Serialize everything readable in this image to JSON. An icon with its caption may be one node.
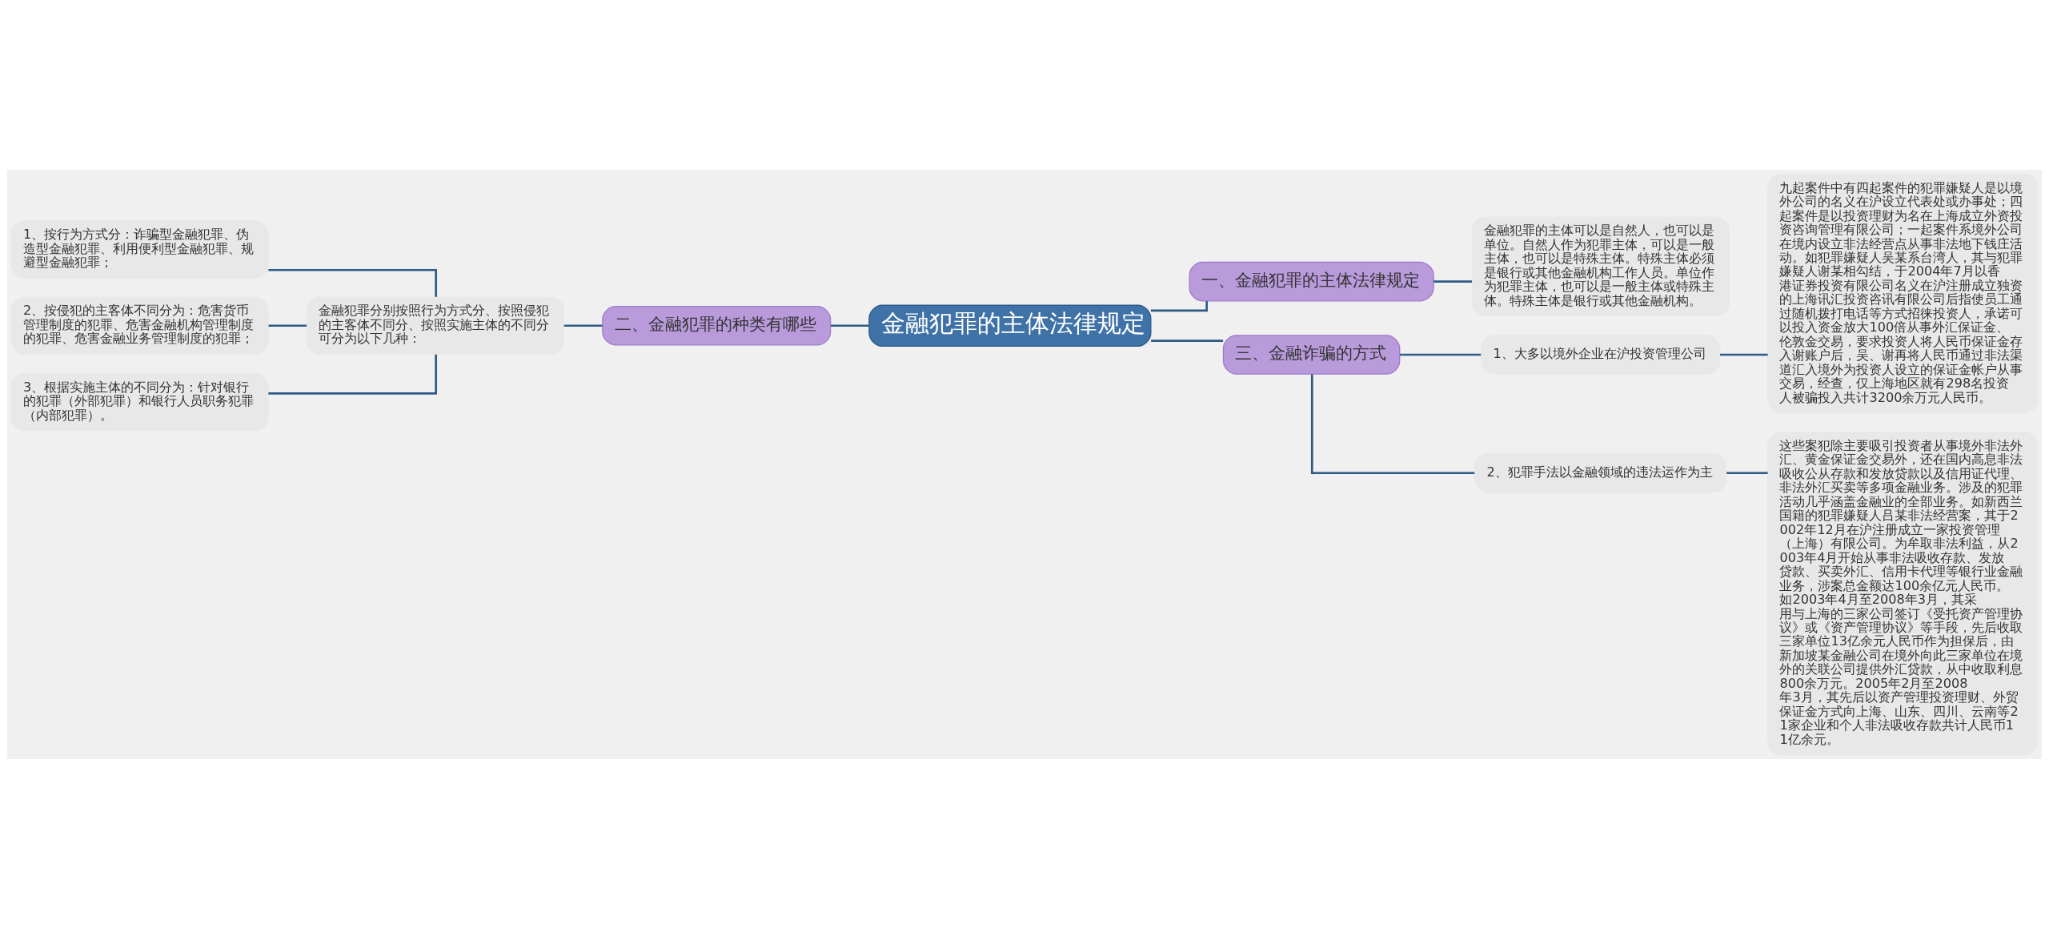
{
  "diagram": {
    "nodes": [
      {
        "text": [
          "金融犯罪的主体法律规定"
        ]
      },
      {
        "text": [
          "一、金融犯罪的主体法律规定"
        ]
      },
      {
        "text": [
          "金融犯罪的主体可以是自然人，也可以是单位。自然人作为犯罪主体，可以是一般主体，也可以是特殊主体。特殊主体必须是银行或其他金融机构工作人员。单位作为犯罪主体，也可以是一般主体或特殊主体。特殊主体是银行或其他金融机构。"
        ]
      },
      {
        "text": [
          "二、金融犯罪的种类有哪些"
        ]
      },
      {
        "text": [
          "金融犯罪分别按照行为方式分、按照侵犯的主客体不同分、按照实施主体的不同分可分为以下几种："
        ]
      },
      {
        "text": [
          "1、按行为方式分：诈骗型金融犯罪、伪造型金融犯罪、利用便利型金融犯罪、规避型金融犯罪；"
        ]
      },
      {
        "text": [
          "2、按侵犯的主客体不同分为：危害货币管理制度的犯罪、危害金融机构管理制度的犯罪、危害金融业务管理制度的犯罪；"
        ]
      },
      {
        "text": [
          "3、根据实施主体的不同分为：针对银行的犯罪（外部犯罪）和银行人员职务犯罪（内部犯罪）。"
        ]
      },
      {
        "text": [
          "三、金融诈骗的方式"
        ]
      },
      {
        "text": [
          "1、大多以境外企业在沪投资管理公司"
        ]
      },
      {
        "text": [
          "九起案件中有四起案件的犯罪嫌疑人是以境外公司的名义在沪设立代表处或办事处；四起案件是以投资理财为名在上海成立外资投资咨询管理有限公司；一起案件系境外公司在境内设立非法经营点从事非法地下钱庄活动。如犯罪嫌疑人吴某系台湾人，其与犯罪嫌疑人谢某相勾结，于2004年7月以香港证券投资有限公司名义在沪注册成立独资的上海讯汇投资咨讯有限公司后指使员工通过随机拨打电话等方式招徕投资人，承诺可以投入资金放大100倍从事外汇保证金、伦敦金交易，要求投资人将人民币保证金存入谢账户后，吴、谢再将人民币通过非法渠道汇入境外为投资人设立的保证金帐户从事交易，经查，仅上海地区就有298名投资人被骗投入共计3200余万元人民币。"
        ]
      },
      {
        "text": [
          "2、犯罪手法以金融领域的违法运作为主"
        ]
      },
      {
        "text": [
          "这些案犯除主要吸引投资者从事境外非法外汇、黄金保证金交易外，还在国内高息非法吸收公从存款和发放贷款以及信用证代理、非法外汇买卖等多项金融业务。涉及的犯罪活动几乎涵盖金融业的全部业务。如新西兰国籍的犯罪嫌疑人吕某非法经营案，其于2002年12月在沪注册成立一家投资管理（上海）有限公司。为牟取非法利益，从2003年4月开始从事非法吸收存款、发放贷款、买卖外汇、信用卡代理等银行业金融业务，涉案总金额达100余亿元人民币。如2003年4月至2008年3月，其采用与上海的三家公司签订《受托资产管理协议》或《资产管理协议》等手段，先后收取三家单位13亿余元人民币作为担保后，由新加坡某金融公司在境外向此三家单位在境外的关联公司提供外汇贷款，从中收取利息800余万元。2005年2月至2008年3月，其先后以资产管理投资理财、外贸保证金方式向上海、山东、四川、云南等21家企业和个人非法吸收存款共计人民币11亿余元。"
        ]
      }
    ],
    "edges": [
      {
        "from": 0,
        "to": 1,
        "arrow": "none"
      },
      {
        "from": 1,
        "to": 2,
        "arrow": "none"
      },
      {
        "from": 0,
        "to": 3,
        "arrow": "none"
      },
      {
        "from": 3,
        "to": 4,
        "arrow": "none"
      },
      {
        "from": 4,
        "to": 5,
        "arrow": "none"
      },
      {
        "from": 4,
        "to": 6,
        "arrow": "none"
      },
      {
        "from": 4,
        "to": 7,
        "arrow": "none"
      },
      {
        "from": 0,
        "to": 8,
        "arrow": "none"
      },
      {
        "from": 8,
        "to": 9,
        "arrow": "none"
      },
      {
        "from": 9,
        "to": 10,
        "arrow": "none"
      },
      {
        "from": 8,
        "to": 11,
        "arrow": "none"
      },
      {
        "from": 11,
        "to": 12,
        "arrow": "none"
      }
    ]
  }
}
